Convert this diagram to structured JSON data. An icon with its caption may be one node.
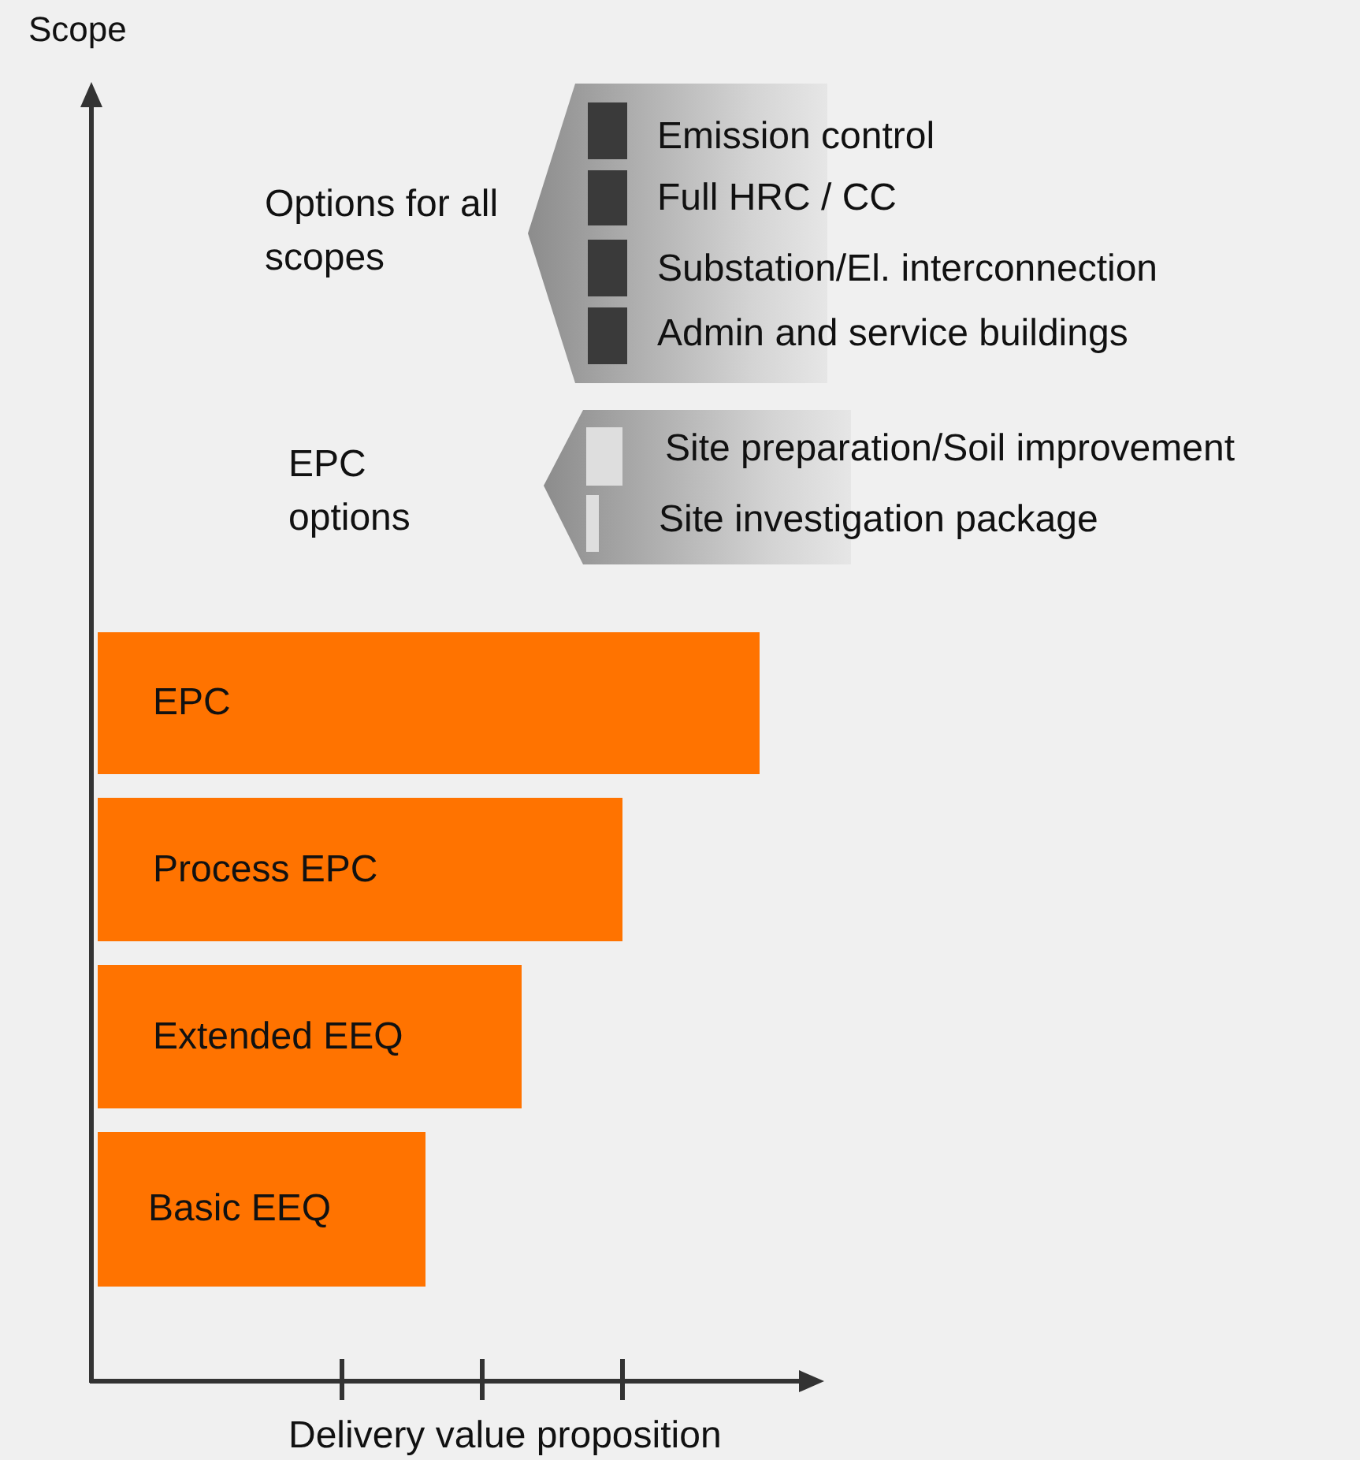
{
  "diagram": {
    "nodes": [
      {
        "text": [
          "Options for all scopes",
          "Emission control",
          "Full HRC / CC",
          "Substation/El. interconnection",
          "Admin and service buildings"
        ]
      },
      {
        "text": [
          "EPC options",
          "Site preparation/Soil improvement",
          "Site investigation package"
        ]
      },
      {
        "text": [
          "EPC"
        ]
      },
      {
        "text": [
          "Process EPC"
        ]
      },
      {
        "text": [
          "Extended EEQ"
        ]
      },
      {
        "text": [
          "Basic EEQ"
        ]
      }
    ],
    "labels": [
      "Scope",
      "Delivery value proposition"
    ]
  }
}
